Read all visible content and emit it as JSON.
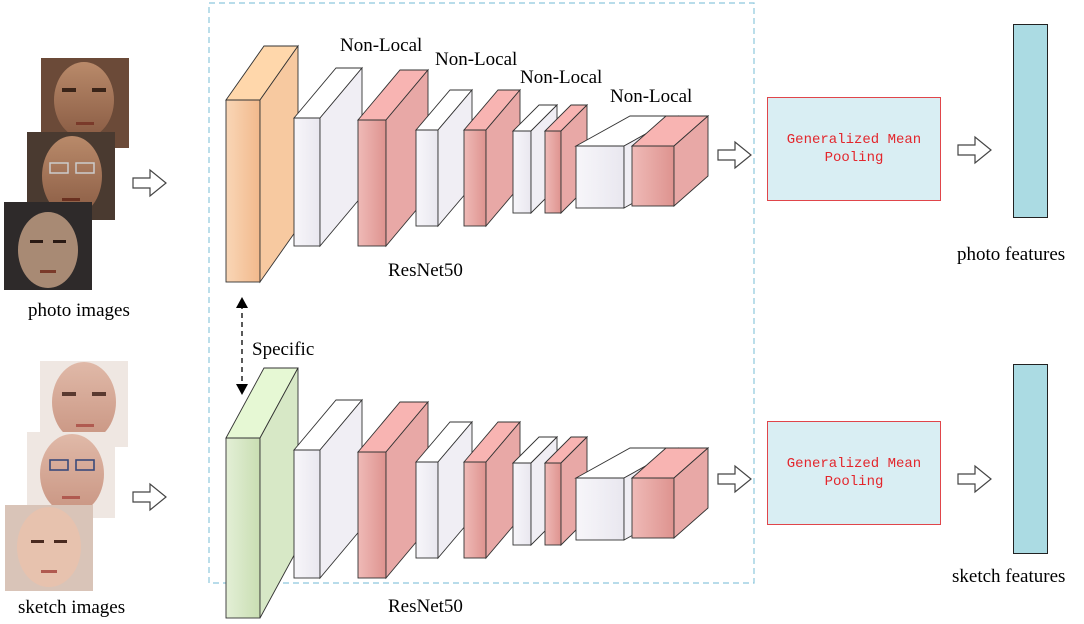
{
  "labels": {
    "photo_images": "photo images",
    "sketch_images": "sketch  images",
    "photo_features": "photo features",
    "sketch_features": "sketch features",
    "specific": "Specific",
    "resnet_top": "ResNet50",
    "resnet_bottom": "ResNet50",
    "non_local": [
      "Non-Local",
      "Non-Local",
      "Non-Local",
      "Non-Local"
    ]
  },
  "pooling": {
    "top": "Generalized Mean\nPooling",
    "bottom": "Generalized Mean\nPooling"
  },
  "colors": {
    "specific_photo": "#f7c9a0",
    "specific_sketch": "#d7e8c6",
    "shared_light": "#f0eef4",
    "shared_pink": "#e8a8a6",
    "pool_fill": "#d9eef3",
    "pool_text": "#e3262c",
    "feature_fill": "#abdbe3",
    "dashed_frame": "#8ec8dd"
  }
}
